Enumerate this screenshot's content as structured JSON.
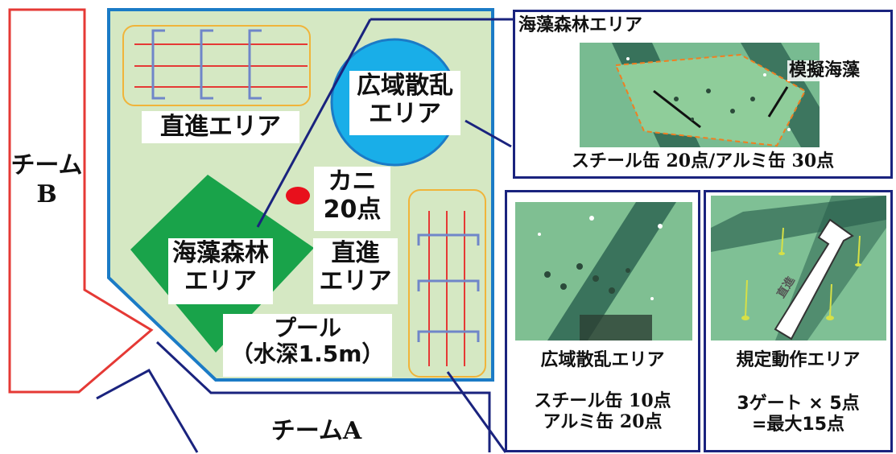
{
  "colors": {
    "pool_fill": "#d5e8c3",
    "pool_border": "#1b7bc6",
    "forest_green": "#19a34a",
    "scatter_blue": "#19aee8",
    "crab_red": "#e8101c",
    "team_b_border": "#e53935",
    "team_a_border": "#1a237e",
    "lane_red": "#e53935",
    "lane_blue": "#6f86c9",
    "lane_frame": "#f0b43a",
    "panel_border": "#1a237e",
    "water": "#7dbf93"
  },
  "field": {
    "team_b": "チーム\nB",
    "team_a": "チームA",
    "straight_area_top": "直進エリア",
    "wide_scatter_area": "広域散乱\nエリア",
    "crab": "カニ\n20点",
    "seaweed_forest_area": "海藻森林\nエリア",
    "straight_area_mid": "直進\nエリア",
    "pool": "プール\n（水深1.5m）"
  },
  "panels": {
    "seaweed": {
      "title": "海藻森林エリア",
      "callout": "模擬海藻",
      "score": "スチール缶 20点/アルミ缶 30点"
    },
    "scatter": {
      "title": "広域散乱エリア",
      "score": "スチール缶 10点\nアルミ缶 20点"
    },
    "fixed": {
      "title": "規定動作エリア",
      "arrow_label": "直進",
      "score": "3ゲート × 5点\n=最大15点"
    }
  }
}
